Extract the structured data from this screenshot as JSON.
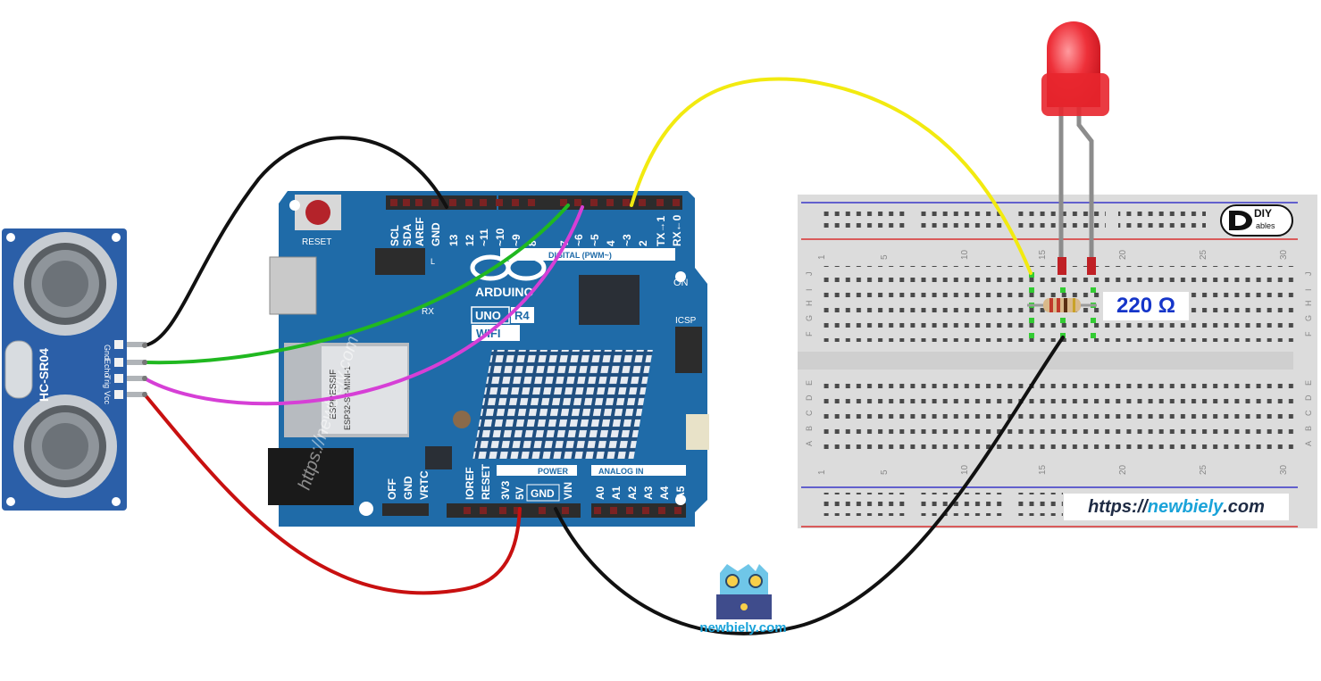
{
  "sensor": {
    "model": "HC-SR04",
    "pins": [
      "Gnd",
      "Echo",
      "Trig",
      "Vcc"
    ]
  },
  "board": {
    "brand": "ARDUINO",
    "model_line1": "UNO",
    "model_suffix": "R4",
    "model_line2": "WIFI",
    "module_line1": "ESPRESSIF",
    "module_line2": "ESP32-S3-MINI-1",
    "reset_label": "RESET",
    "top_header_labels": [
      "SCL",
      "SDA",
      "AREF",
      "GND",
      "13",
      "12",
      "~11",
      "~10",
      "~9",
      "8",
      "7",
      "~6",
      "~5",
      "4",
      "~3",
      "2",
      "TX→1",
      "RX←0"
    ],
    "digital_label": "DIGITAL (PWM~)",
    "on_label": "ON",
    "icsp_label": "ICSP",
    "rx_label": "RX",
    "l_label": "L",
    "power_section": "POWER",
    "analog_section": "ANALOG IN",
    "bottom_header_labels": [
      "IOREF",
      "RESET",
      "3V3",
      "5V",
      "GND",
      "VIN",
      "A0",
      "A1",
      "A2",
      "A3",
      "A4",
      "A5"
    ],
    "vrtc_labels": [
      "OFF",
      "GND",
      "VRTC"
    ],
    "board_watermark": "https://newbiely.com"
  },
  "breadboard": {
    "column_numbers": [
      "5",
      "10",
      "15",
      "20",
      "25",
      "30"
    ],
    "row_letters_top": [
      "J",
      "I",
      "H",
      "G",
      "F"
    ],
    "row_letters_bottom": [
      "E",
      "D",
      "C",
      "B",
      "A"
    ],
    "brand_logo": "DIY",
    "brand_sub": "ables"
  },
  "resistor": {
    "label": "220 Ω"
  },
  "led": {
    "color": "#e8262e"
  },
  "watermark": {
    "prefix": "https://",
    "site": "newbiely",
    "suffix": ".com"
  },
  "owl_logo": {
    "text": "newbiely.com"
  },
  "wires": [
    {
      "from": "Gnd",
      "to": "GND (top)",
      "color": "#111111"
    },
    {
      "from": "Echo",
      "to": "7",
      "color": "#1fc21f"
    },
    {
      "from": "Trig",
      "to": "~6",
      "color": "#e04be0"
    },
    {
      "from": "Vcc",
      "to": "5V",
      "color": "#c81010"
    },
    {
      "from": "~3",
      "to": "breadboard",
      "color": "#f2ea10"
    },
    {
      "from": "GND (power)",
      "to": "breadboard",
      "color": "#111111"
    }
  ]
}
